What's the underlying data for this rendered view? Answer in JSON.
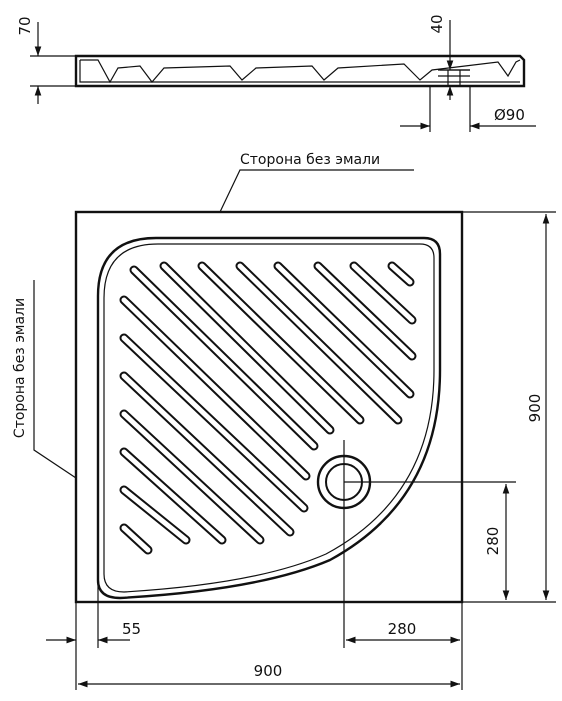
{
  "side_view": {
    "height_label": "70",
    "drain_depth_label": "40",
    "drain_diameter_label": "Ø90"
  },
  "top_view": {
    "note_top": "Сторона без эмали",
    "note_left": "Сторона без эмали",
    "width_label": "900",
    "height_label": "900",
    "rim_offset_label": "55",
    "drain_x_label": "280",
    "drain_y_label": "280"
  }
}
